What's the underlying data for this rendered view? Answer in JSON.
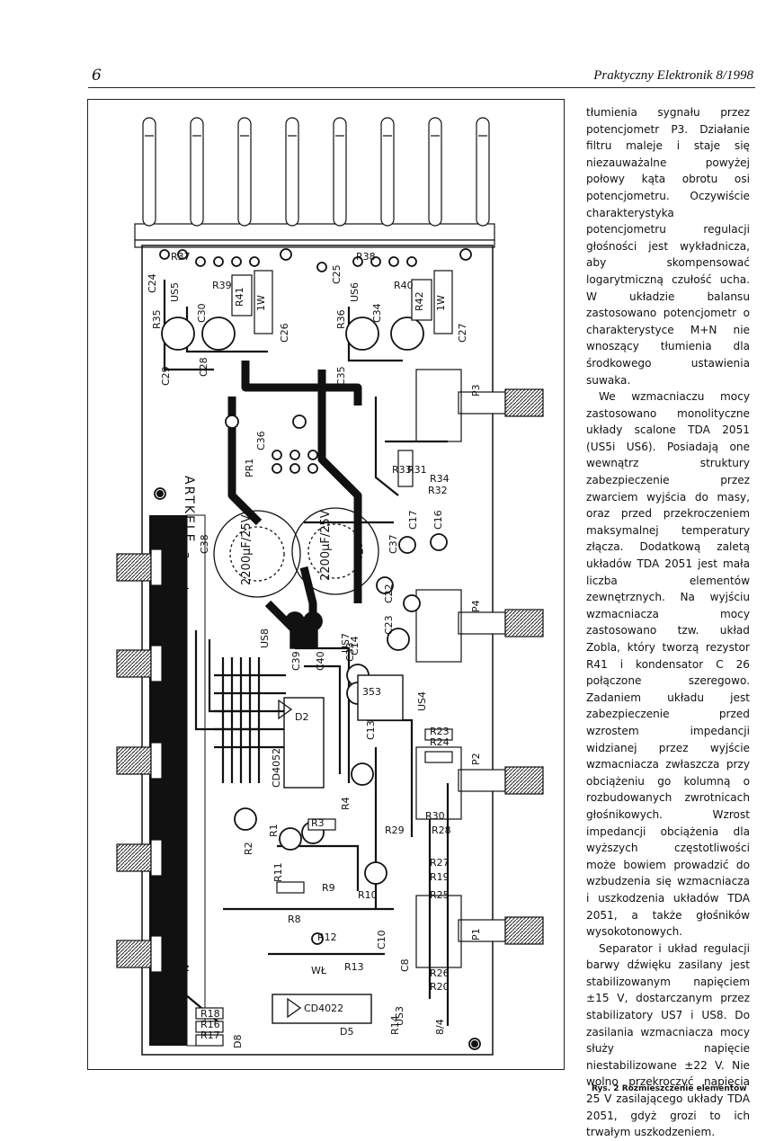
{
  "header": {
    "page_number": "6",
    "journal": "Praktyczny Elektronik 8/1998"
  },
  "body": {
    "p1": "tłumienia sygnału przez potencjometr P3. Działanie filtru maleje i staje się niezauważalne powyżej połowy kąta obrotu osi potencjometru. Oczywiście charakterystyka potencjometru regulacji głośności jest wykładnicza, aby skompensować logarytmiczną czułość ucha. W układzie balansu zastosowano potencjometr o charakterystyce M+N nie wnoszący tłumienia dla środkowego ustawienia suwaka.",
    "p2": "We wzmacniaczu mocy zastosowano monolityczne układy scalone TDA 2051 (US5i US6). Posiadają one wewnątrz struktury zabezpieczenie przez zwarciem wyjścia do masy, oraz przed przekroczeniem maksymalnej temperatury złącza. Dodatkową zaletą układów TDA 2051 jest mała liczba elementów zewnętrznych. Na wyjściu wzmacniacza mocy zastosowano tzw. układ Zobla, który tworzą rezystor R41 i kondensator C 26 połączone szeregowo. Zadaniem układu jest zabezpieczenie przed wzrostem impedancji widzianej przez wyjście wzmacniacza zwłaszcza przy obciążeniu go kolumną o rozbudowanych zwrotnicach głośnikowych. Wzrost impedancji obciążenia dla wyższych częstotliwości może bowiem prowadzić do wzbudzenia się wzmacniacza i uszkodzenia układów TDA 2051, a także głośników wysokotonowych.",
    "p3": "Separator i układ regulacji barwy dźwięku zasilany jest stabilizowanym napięciem ±15 V, dostarczanym przez stabilizatory US7 i US8. Do zasilania wzmacniacza mocy służy napięcie niestabilizowane ±22 V. Nie wolno przekroczyć napięcia 25 V zasilającego układy TDA 2051, gdyż grozi to ich trwałym uszkodzeniem."
  },
  "caption": "Rys. 2 Rozmieszczenie elementów",
  "figure": {
    "brand_mirrored": "ARTKELE",
    "cap_left": "2200µF/25V",
    "cap_right": "2200µF/25V",
    "ic_cd4052": "CD4052",
    "ic_cd4022": "CD4022",
    "ic_353": "353",
    "labels": {
      "us5": "US5",
      "us6": "US6",
      "us7": "US7",
      "us8": "US8",
      "us4": "US4",
      "us3": "US3",
      "p1": "P1",
      "p2": "P2",
      "p3": "P3",
      "p4": "P4",
      "pr1": "PR1",
      "c36": "C36",
      "c38": "C38",
      "c37": "C37",
      "c39": "C39",
      "c40": "C40",
      "c29": "C29",
      "c28": "C28",
      "c30": "C30",
      "c26": "C26",
      "c25": "C25",
      "c24": "C24",
      "c35": "C35",
      "c34": "C34",
      "c27": "C27",
      "c33": "C33",
      "c14": "C14",
      "c13": "C13",
      "c16": "C16",
      "c17": "C17",
      "c22": "C22",
      "c23": "C23",
      "c10": "C10",
      "c8": "C8",
      "r41": "R41",
      "r42": "R42",
      "r37": "R37",
      "r38": "R38",
      "r39": "R39",
      "r40": "R40",
      "r35": "R35",
      "r36": "R36",
      "r23": "R23",
      "r24": "R24",
      "r28": "R28",
      "r29": "R29",
      "r30": "R30",
      "r32": "R32",
      "r33": "R33",
      "r34": "R34",
      "r31": "R31",
      "r1": "R1",
      "r2": "R2",
      "r3": "R3",
      "r4": "R4",
      "r8": "R8",
      "r9": "R9",
      "r12": "R12",
      "r13": "R13",
      "r14": "R14",
      "r19": "R19",
      "r20": "R20",
      "r25": "R25",
      "r26": "R26",
      "r10": "R10",
      "r16": "R16",
      "r17": "R17",
      "r18": "R18",
      "r27": "R27",
      "r11": "R11",
      "d2": "D2",
      "d5": "D5",
      "d8": "D8",
      "w1": "1W",
      "w2": "1W",
      "l": "L",
      "p": "P",
      "n": "N",
      "wl": "WŁ",
      "ident": "8/4"
    }
  }
}
